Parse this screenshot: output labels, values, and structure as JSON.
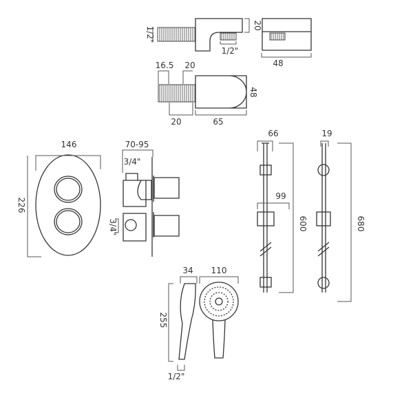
{
  "wall_outlet": {
    "inlet_thread": "1/2\"",
    "height": "20",
    "outlet_thread": "1/2\"",
    "width": "48",
    "pitch1": "16.5",
    "pitch2": "20",
    "pitch3": "20",
    "depth": "65",
    "depth_width": "48"
  },
  "valve": {
    "width": "146",
    "height": "226",
    "projection": "70-95",
    "top_thread": "3/4\"",
    "side_thread": "3/4\""
  },
  "riser_rail": {
    "bracket_width": "66",
    "slider_width": "99",
    "length": "600",
    "rail_diameter": "19",
    "overall_length": "680"
  },
  "handset": {
    "depth": "34",
    "length": "255",
    "thread": "1/2\"",
    "head_diameter": "110"
  }
}
